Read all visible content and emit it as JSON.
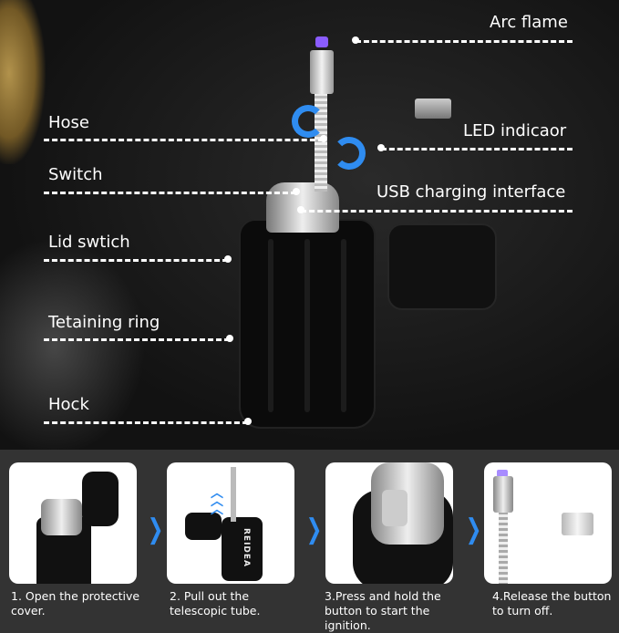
{
  "callouts": {
    "arc_flame": "Arc flame",
    "hose": "Hose",
    "led_indicator": "LED indicaor",
    "switch": "Switch",
    "usb_interface": "USB charging interface",
    "lid_switch": "Lid swtich",
    "retaining_ring": "Tetaining ring",
    "hook": "Hock"
  },
  "product": {
    "brand": "REIDEA"
  },
  "steps": [
    {
      "caption": "1. Open the protective cover."
    },
    {
      "caption": "2. Pull out the telescopic tube."
    },
    {
      "caption": "3.Press and hold the button to start the ignition."
    },
    {
      "caption": "4.Release the button to turn off."
    }
  ],
  "colors": {
    "accent": "#2f8cf0",
    "led": "#8a5cff",
    "panel": "#333333"
  }
}
